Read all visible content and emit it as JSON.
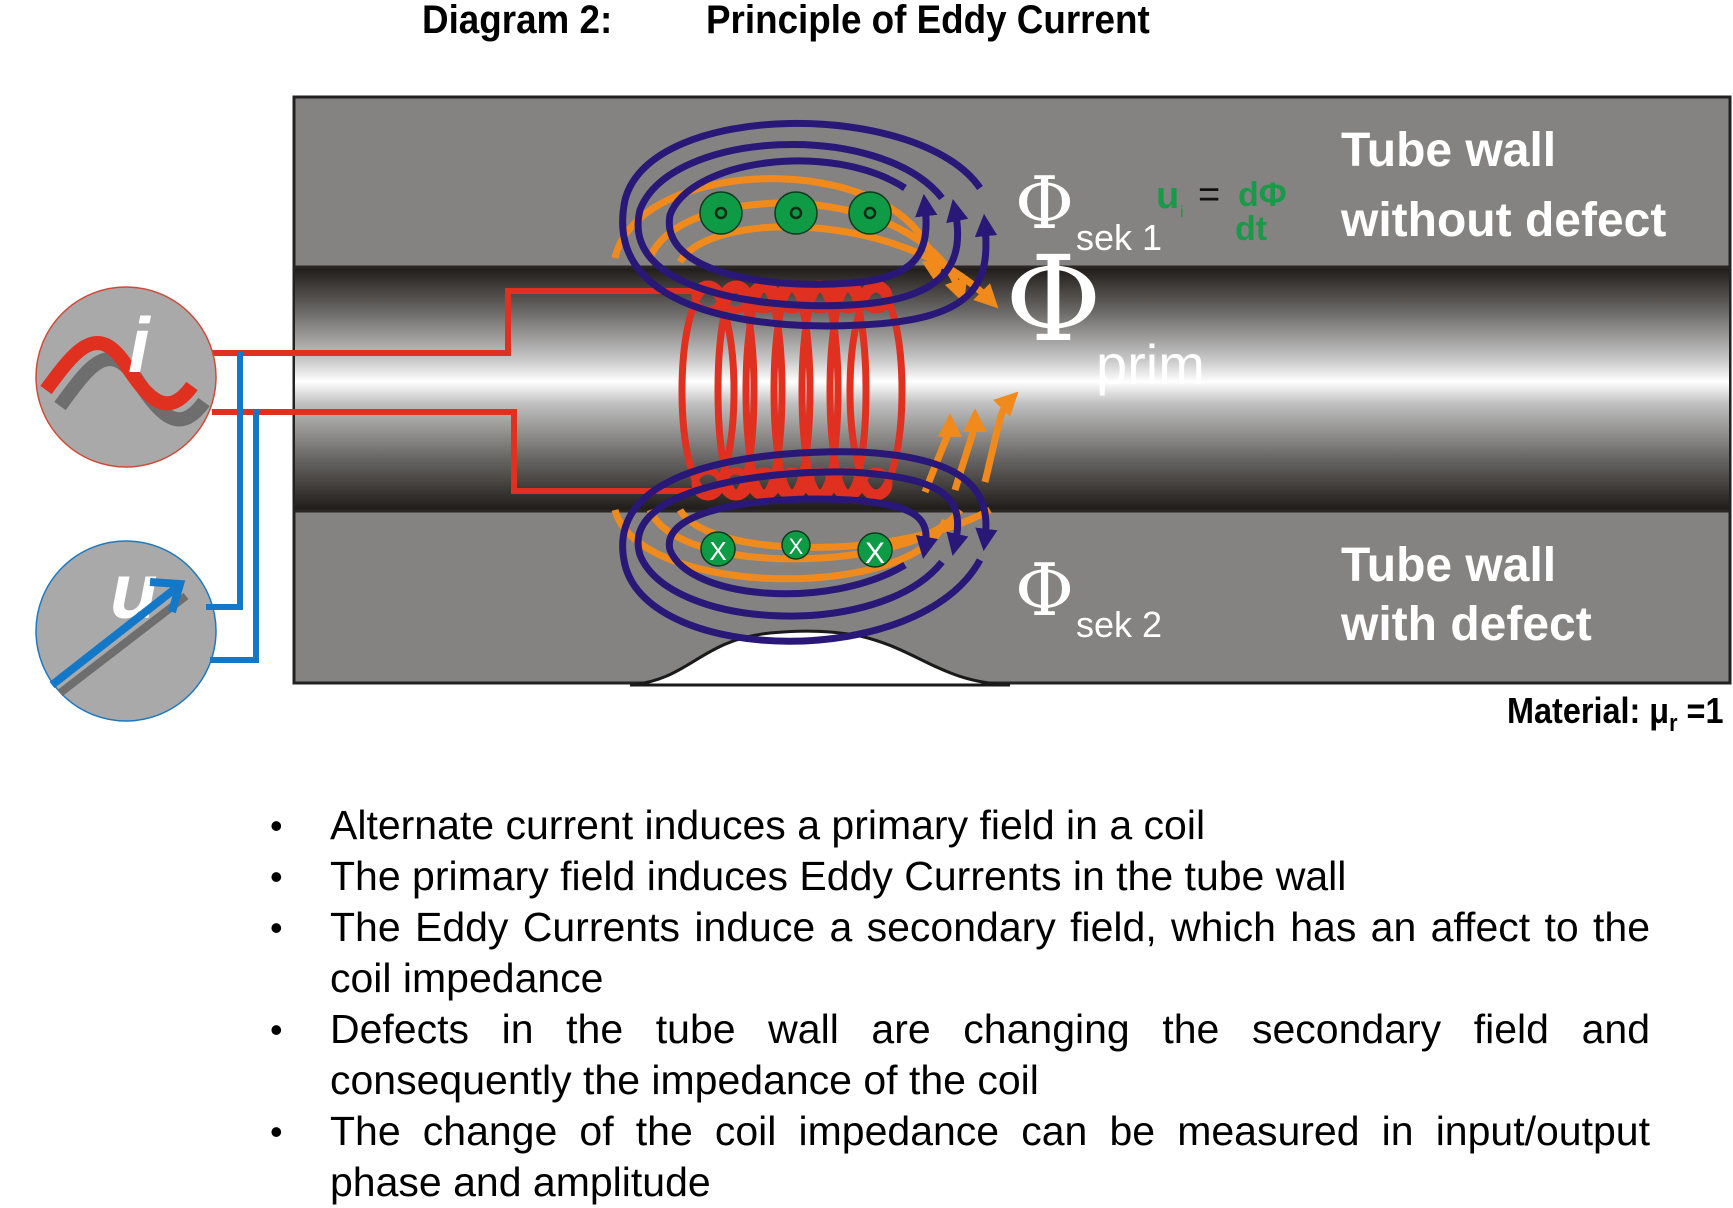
{
  "title": {
    "diagram_label": "Diagram 2:",
    "heading": "Principle of Eddy Current"
  },
  "labels": {
    "phi_symbol": "Φ",
    "sek1_subscript": "sek 1",
    "sek2_subscript": "sek 2",
    "prim_subscript": "prim",
    "formula_lhs": "u",
    "formula_lhs_sub": "i",
    "formula_equals": "=",
    "formula_numerator": "dΦ",
    "formula_denominator": "dt",
    "tube_wall_top_line1": "Tube wall",
    "tube_wall_top_line2": "without defect",
    "tube_wall_bottom_line1": "Tube wall",
    "tube_wall_bottom_line2": "with defect",
    "current_source": "i",
    "voltage_meter": "u",
    "material_prefix": "Material: μ",
    "material_sub": "r",
    "material_suffix": " =1",
    "eddy_out_marker": "dot",
    "eddy_in_marker": "X"
  },
  "bullets": [
    "Alternate current induces a primary field in a coil",
    "The primary field induces Eddy Currents in the tube wall",
    "The Eddy Currents induce a secondary field, which has an affect to the coil impedance",
    "Defects in the tube wall are changing the secondary field and consequently the impedance of the coil",
    "The change of the coil impedance can be measured in input/output phase and amplitude"
  ],
  "colors": {
    "tube_wall": "#858382",
    "coil_red": "#e03020",
    "secondary_field_blue": "#2a1878",
    "primary_field_orange": "#f08a1c",
    "eddy_green": "#0f9a45",
    "meter_blue": "#1378c8",
    "text_green": "#1a9a48"
  }
}
